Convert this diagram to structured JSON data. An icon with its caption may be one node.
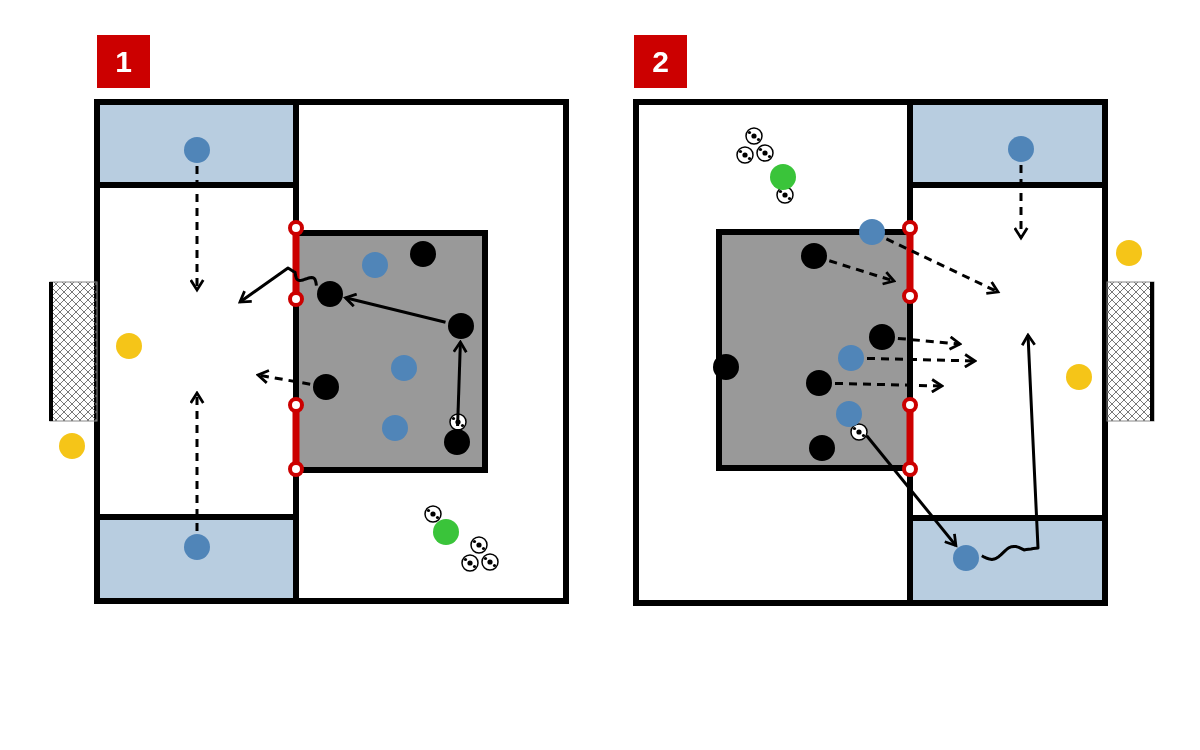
{
  "diagram": {
    "nodes": [
      {
        "text": [],
        "shape": "circle"
      },
      {
        "text": [],
        "shape": "circle"
      },
      {
        "text": [],
        "shape": "circle"
      },
      {
        "text": [],
        "shape": "circle"
      },
      {
        "text": [],
        "shape": "circle"
      },
      {
        "text": [],
        "shape": "circle"
      },
      {
        "text": [],
        "shape": "circle"
      },
      {
        "text": [],
        "shape": "circle"
      },
      {
        "text": [],
        "shape": "circle"
      },
      {
        "text": [],
        "shape": "circle"
      },
      {
        "text": [],
        "shape": "circle"
      },
      {
        "text": [],
        "shape": "circle"
      },
      {
        "text": [],
        "shape": "circle"
      },
      {
        "text": [],
        "shape": "circle"
      },
      {
        "text": [],
        "shape": "circle"
      },
      {
        "text": [],
        "shape": "circle"
      },
      {
        "text": [],
        "shape": "circle"
      },
      {
        "text": [],
        "shape": "circle"
      },
      {
        "text": [],
        "shape": "circle"
      },
      {
        "text": [],
        "shape": "circle"
      },
      {
        "text": [],
        "shape": "circle"
      },
      {
        "text": [],
        "shape": "circle"
      },
      {
        "text": [],
        "shape": "circle"
      },
      {
        "text": [],
        "shape": "circle"
      },
      {
        "text": [],
        "shape": "circle"
      },
      {
        "text": [],
        "shape": "circle"
      }
    ],
    "edges": [
      {
        "from": 0,
        "to": null,
        "arrow": "to",
        "style": "dashed"
      },
      {
        "from": 12,
        "to": null,
        "arrow": "to",
        "style": "dashed"
      },
      {
        "from": 3,
        "to": null,
        "arrow": "to"
      },
      {
        "from": 4,
        "to": 3,
        "arrow": "to"
      },
      {
        "from": 9,
        "to": 4,
        "arrow": "to"
      },
      {
        "from": 7,
        "to": null,
        "arrow": "to",
        "style": "dashed"
      },
      {
        "from": 16,
        "to": null,
        "arrow": "to",
        "style": "dashed"
      },
      {
        "from": 15,
        "to": null,
        "arrow": "to",
        "style": "dashed"
      },
      {
        "from": 18,
        "to": null,
        "arrow": "to",
        "style": "dashed"
      },
      {
        "from": 19,
        "to": null,
        "arrow": "to",
        "style": "dashed"
      },
      {
        "from": 22,
        "to": null,
        "arrow": "to",
        "style": "dashed"
      },
      {
        "from": 23,
        "to": 25,
        "arrow": "to"
      },
      {
        "from": 25,
        "to": null,
        "arrow": "to"
      },
      {
        "from": 13,
        "to": null,
        "arrow": "to",
        "style": "dashed"
      }
    ],
    "labels": [
      "1",
      "2"
    ]
  }
}
